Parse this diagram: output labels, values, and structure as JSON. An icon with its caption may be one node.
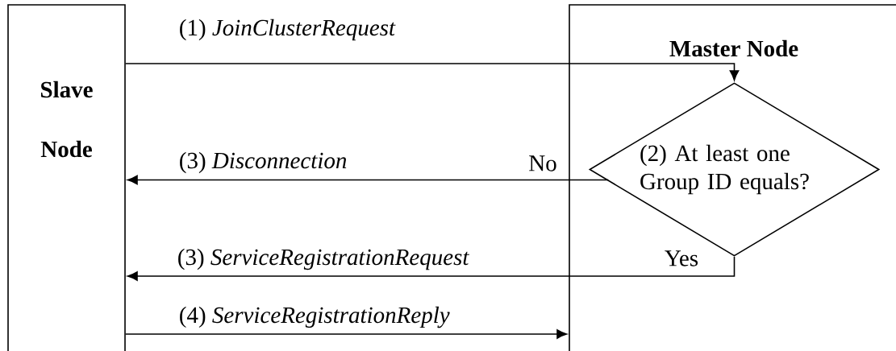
{
  "diagram": {
    "nodes": [
      {
        "text": [
          "Slave Node"
        ]
      },
      {
        "text": [
          "Master Node"
        ]
      },
      {
        "text": [
          "(2) At least one Group ID equals?"
        ],
        "in": 1
      }
    ],
    "edges": [
      {
        "from": 0,
        "to": 2,
        "arrow": "to",
        "label": "(1) *JoinClusterRequest*"
      },
      {
        "from": 2,
        "to": 0,
        "arrow": "to",
        "label": "(3) *Disconnection*"
      },
      {
        "from": 2,
        "to": 0,
        "arrow": "to",
        "label": "(3) *ServiceRegistrationRequest*"
      },
      {
        "from": 0,
        "to": 1,
        "arrow": "to",
        "label": "(4) *ServiceRegistrationReply*"
      }
    ],
    "labels": [
      "No",
      "Yes"
    ]
  }
}
